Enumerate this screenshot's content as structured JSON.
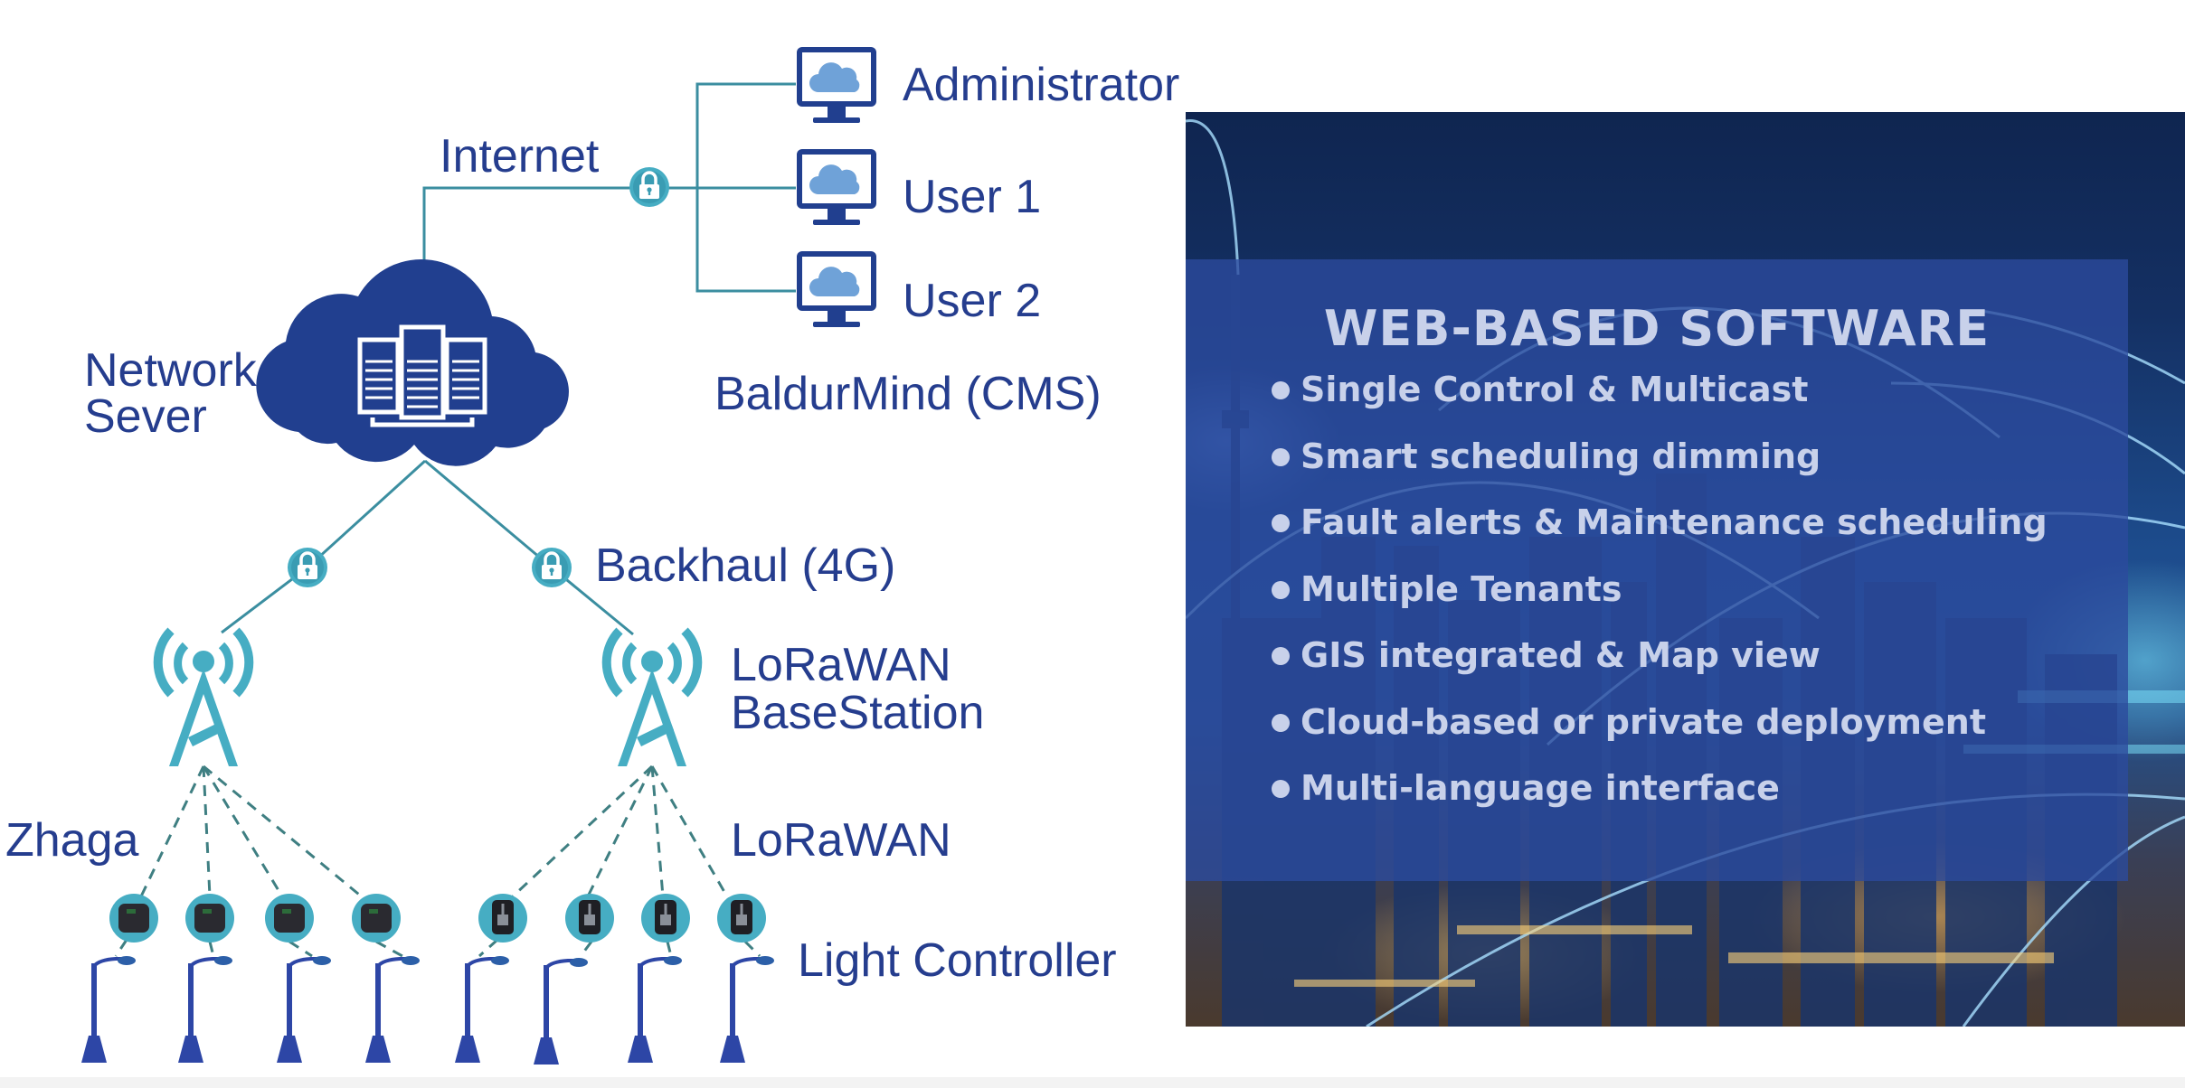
{
  "diagram": {
    "labels": {
      "internet": "Internet",
      "network_server_line1": "Network",
      "network_server_line2": "Sever",
      "cms": "BaldurMind (CMS)",
      "backhaul": "Backhaul (4G)",
      "basestation_line1": "LoRaWAN",
      "basestation_line2": "BaseStation",
      "zhaga": "Zhaga",
      "lorawan": "LoRaWAN",
      "light_controller": "Light Controller"
    },
    "clients": [
      {
        "label": "Administrator",
        "icon": "monitor-cloud-icon"
      },
      {
        "label": "User 1",
        "icon": "monitor-cloud-icon"
      },
      {
        "label": "User 2",
        "icon": "monitor-cloud-icon"
      }
    ],
    "icons": {
      "server": "cloud-server-icon",
      "lock": "lock-icon",
      "tower": "radio-tower-icon",
      "zhaga_node": "zhaga-controller-icon",
      "lorawan_node": "lorawan-controller-icon",
      "pole": "street-light-icon"
    },
    "zhaga_controllers": 4,
    "lorawan_controllers": 4,
    "colors": {
      "text": "#253d8e",
      "line": "#3b8ea0",
      "teal": "#46adc3",
      "navy": "#213f8f"
    }
  },
  "software": {
    "title": "WEB-BASED SOFTWARE",
    "features": [
      "Single Control & Multicast",
      "Smart scheduling dimming",
      "Fault alerts & Maintenance scheduling",
      "Multiple Tenants",
      "GIS integrated & Map view",
      "Cloud-based or private deployment",
      "Multi-language interface"
    ],
    "colors": {
      "overlay": "#2c4a9e",
      "text": "#c8d1ea"
    }
  }
}
